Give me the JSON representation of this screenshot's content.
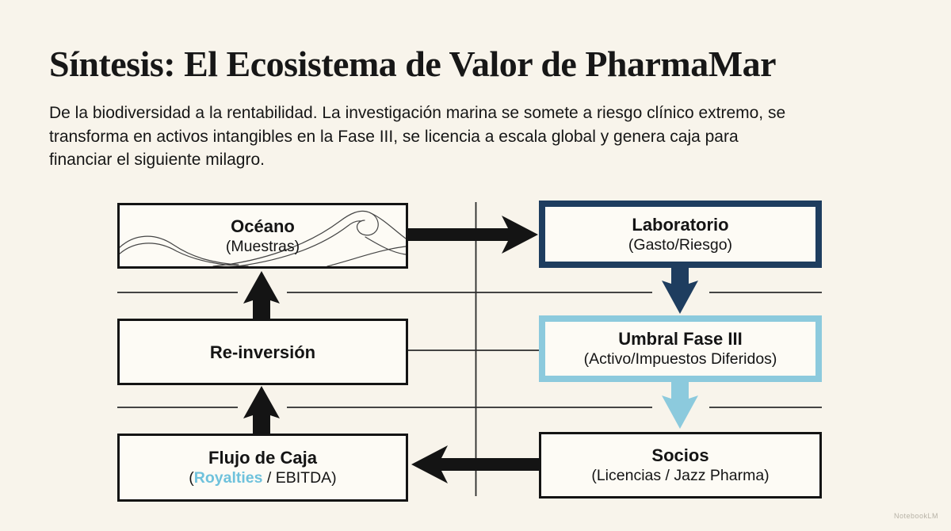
{
  "header": {
    "title": "Síntesis: El Ecosistema de Valor de PharmaMar",
    "subtitle_lines": [
      "De la biodiversidad a la rentabilidad. La investigación marina se somete a riesgo clínico extremo, se",
      "transforma en activos intangibles en la Fase III, se licencia a escala global y genera caja para",
      "financiar el siguiente milagro."
    ]
  },
  "diagram": {
    "nodes": {
      "oceano": {
        "title": "Océano",
        "subtitle": "(Muestras)",
        "icon": "wave-line-art"
      },
      "laboratorio": {
        "title": "Laboratorio",
        "subtitle": "(Gasto/Riesgo)"
      },
      "reinversion": {
        "title": "Re-inversión"
      },
      "umbral": {
        "title": "Umbral Fase III",
        "subtitle": "(Activo/Impuestos Diferidos)"
      },
      "flujo": {
        "title": "Flujo de Caja",
        "sub_open": "(",
        "sub_highlight": "Royalties",
        "sub_rest": " / EBITDA)"
      },
      "socios": {
        "title": "Socios",
        "subtitle": "(Licencias / Jazz Pharma)"
      }
    },
    "edges": [
      {
        "from": "oceano",
        "to": "laboratorio",
        "color": "black"
      },
      {
        "from": "laboratorio",
        "to": "umbral",
        "color": "navy"
      },
      {
        "from": "umbral",
        "to": "socios",
        "color": "lightblue"
      },
      {
        "from": "socios",
        "to": "flujo",
        "color": "black"
      },
      {
        "from": "flujo",
        "to": "reinversion",
        "color": "black"
      },
      {
        "from": "reinversion",
        "to": "oceano",
        "color": "black"
      }
    ],
    "colors": {
      "navy": "#1e3d5f",
      "light_blue": "#8ccadd",
      "royalties_blue": "#6fc2dc",
      "ink": "#141414",
      "background": "#f8f4eb",
      "box_fill": "#fdfbf5"
    }
  },
  "footer": {
    "watermark": "NotebookLM"
  }
}
